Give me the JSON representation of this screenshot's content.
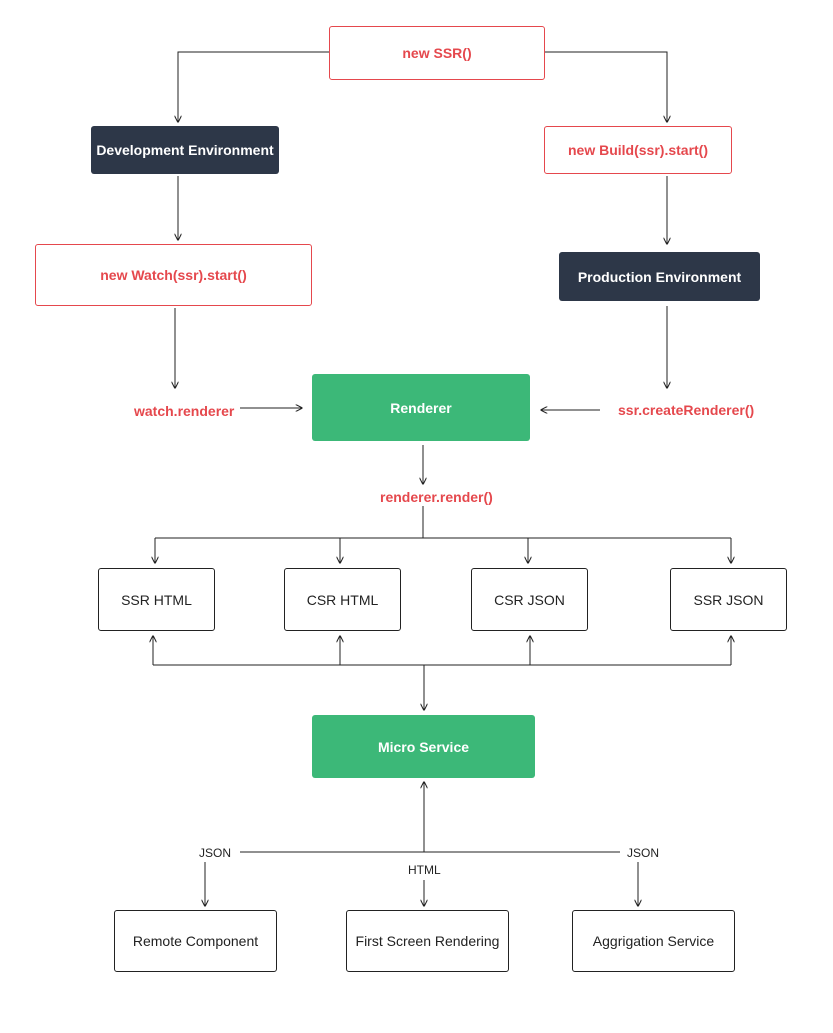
{
  "nodes": {
    "new_ssr": "new SSR()",
    "dev_env": "Development Environment",
    "new_build": "new Build(ssr).start()",
    "new_watch": "new Watch(ssr).start()",
    "prod_env": "Production Environment",
    "renderer": "Renderer",
    "ssr_html": "SSR HTML",
    "csr_html": "CSR HTML",
    "csr_json": "CSR JSON",
    "ssr_json": "SSR JSON",
    "micro_service": "Micro Service",
    "remote_component": "Remote Component",
    "first_screen": "First Screen Rendering",
    "aggrigation": "Aggrigation Service"
  },
  "labels": {
    "watch_renderer": "watch.renderer",
    "create_renderer": "ssr.createRenderer()",
    "renderer_render": "renderer.render()",
    "json_left": "JSON",
    "html_mid": "HTML",
    "json_right": "JSON"
  },
  "colors": {
    "red": "#e5484d",
    "dark": "#2d3748",
    "green": "#3cb878"
  }
}
